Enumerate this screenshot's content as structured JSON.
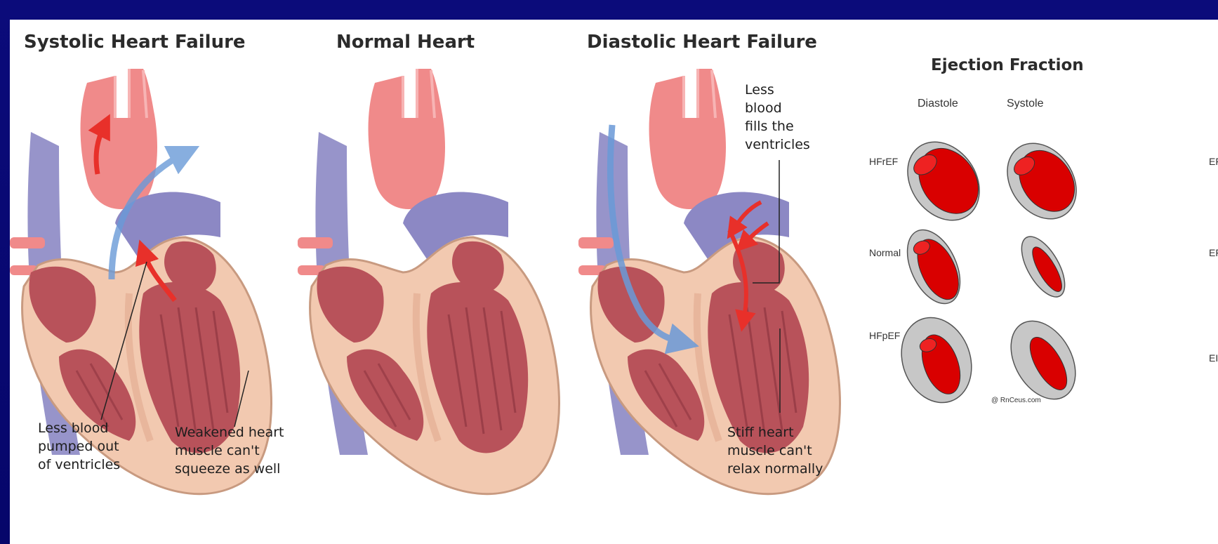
{
  "panels": [
    {
      "title": "Systolic Heart Failure",
      "annotations": [
        {
          "lines": [
            "Less blood",
            "pumped out",
            "of ventricles"
          ]
        },
        {
          "lines": [
            "Weakened heart",
            "muscle can't",
            "squeeze as well"
          ]
        }
      ]
    },
    {
      "title": "Normal Heart",
      "annotations": []
    },
    {
      "title": "Diastolic Heart Failure",
      "annotations": [
        {
          "lines": [
            "Less",
            "blood",
            "fills the",
            "ventricles"
          ]
        },
        {
          "lines": [
            "Stiff heart",
            "muscle can't",
            "relax normally"
          ]
        }
      ]
    }
  ],
  "ejection_fraction": {
    "title": "Ejection Fraction",
    "columns": [
      "Diastole",
      "Systole"
    ],
    "rows": [
      {
        "label": "HFrEF",
        "right_label": "EF"
      },
      {
        "label": "Normal",
        "right_label": "EF"
      },
      {
        "label": "HFpEF",
        "right_label": "EI"
      }
    ],
    "credit": "@ RnCeus.com"
  },
  "colors": {
    "background": "#0a0a6e",
    "muscle": "#f2c9b0",
    "chamber": "#b8525a",
    "artery": "#f08a8a",
    "vein": "#8c88c4",
    "red_arrow": "#e8302a",
    "blue_arrow": "#6a9ad8",
    "ef_red": "#d90000",
    "ef_gray": "#c7c7c7"
  }
}
